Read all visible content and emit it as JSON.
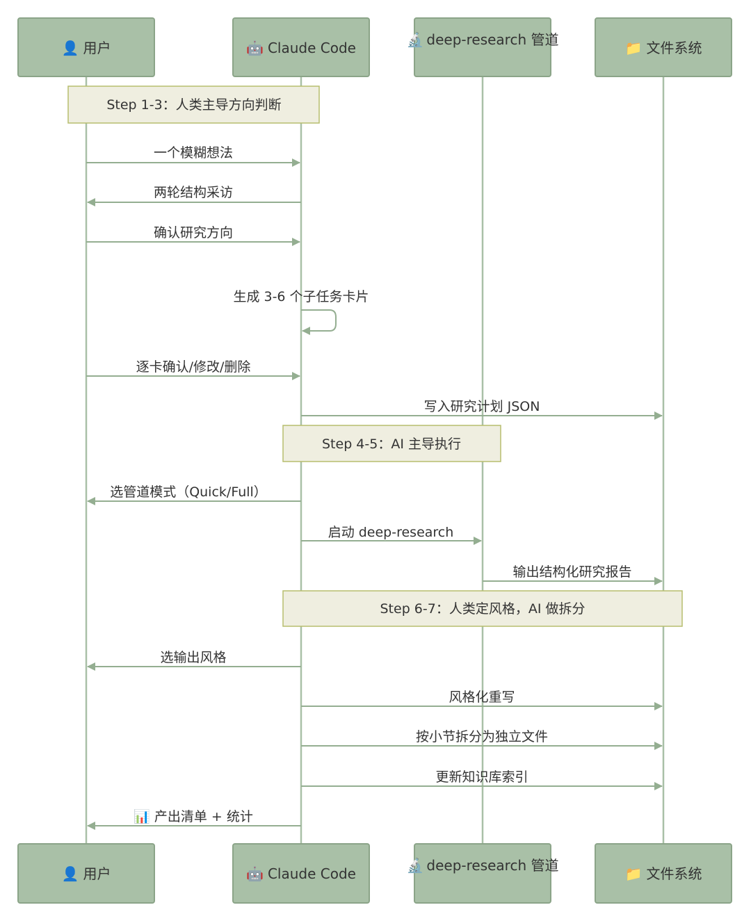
{
  "actors": [
    {
      "id": "user",
      "icon": "user-icon",
      "glyph": "👤",
      "label": "用户"
    },
    {
      "id": "claude",
      "icon": "robot-icon",
      "glyph": "🤖",
      "label": "Claude Code"
    },
    {
      "id": "research",
      "icon": "microscope-icon",
      "glyph": "🔬",
      "label": "deep-research 管道"
    },
    {
      "id": "fs",
      "icon": "folder-icon",
      "glyph": "📁",
      "label": "文件系统"
    }
  ],
  "notes": {
    "step13": "Step 1-3：人类主导方向判断",
    "step45": "Step 4-5：AI 主导执行",
    "step67": "Step 6-7：人类定风格，AI 做拆分"
  },
  "messages": {
    "m1": "一个模糊想法",
    "m2": "两轮结构采访",
    "m3": "确认研究方向",
    "m4": "生成 3-6 个子任务卡片",
    "m5": "逐卡确认/修改/删除",
    "m6": "写入研究计划 JSON",
    "m7": "选管道模式（Quick/Full）",
    "m8": "启动 deep-research",
    "m9": "输出结构化研究报告",
    "m10": "选输出风格",
    "m11": "风格化重写",
    "m12": "按小节拆分为独立文件",
    "m13": "更新知识库索引",
    "m14": "产出清单 + 统计"
  },
  "icons": {
    "chart": {
      "name": "bar-chart-icon",
      "glyph": "📊"
    }
  },
  "colors": {
    "actor_fill": "#a9c0a7",
    "lifeline": "#a9c0a7",
    "note_fill": "#efeee0",
    "note_border": "#b7bd6e",
    "arrow": "#94ae91"
  }
}
